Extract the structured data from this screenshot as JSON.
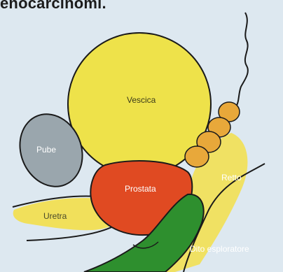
{
  "heading": "enocarcinomi.",
  "labels": {
    "bladder": "Vescica",
    "pubis": "Pube",
    "prostate": "Prostata",
    "rectum": "Retto",
    "urethra": "Uretra",
    "finger": "Dito esploratore"
  },
  "colors": {
    "background": "#dde8f0",
    "bladder": "#eee24a",
    "pubis": "#9aa6ad",
    "prostate": "#e04a22",
    "seminal_vesicle": "#e8a83a",
    "rectum_yellow": "#f3df4a",
    "finger": "#2e8f2e",
    "outline": "#1a1a1a"
  }
}
